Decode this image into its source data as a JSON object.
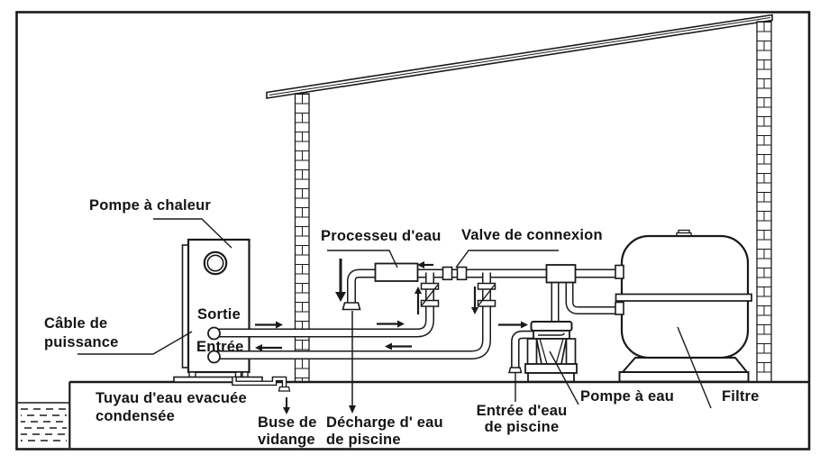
{
  "diagram": {
    "title_context": "pool heat pump installation schematic",
    "colors": {
      "line": "#1a1a1a",
      "background": "#ffffff"
    },
    "labels": {
      "heat_pump": "Pompe à chaleur",
      "power_cable_l1": "Câble de",
      "power_cable_l2": "puissance",
      "outlet": "Sortie",
      "inlet": "Entrée",
      "condensate_l1": "Tuyau d'eau evacuée",
      "condensate_l2": "condensée",
      "drain_nozzle_l1": "Buse de",
      "drain_nozzle_l2": "vidange",
      "pool_discharge_l1": "Décharge d' eau",
      "pool_discharge_l2": "de piscine",
      "water_processor": "Processeu d'eau",
      "connection_valve": "Valve de connexion",
      "pool_water_inlet_l1": "Entrée d'eau",
      "pool_water_inlet_l2": "de piscine",
      "water_pump": "Pompe à eau",
      "filter": "Filtre"
    }
  }
}
